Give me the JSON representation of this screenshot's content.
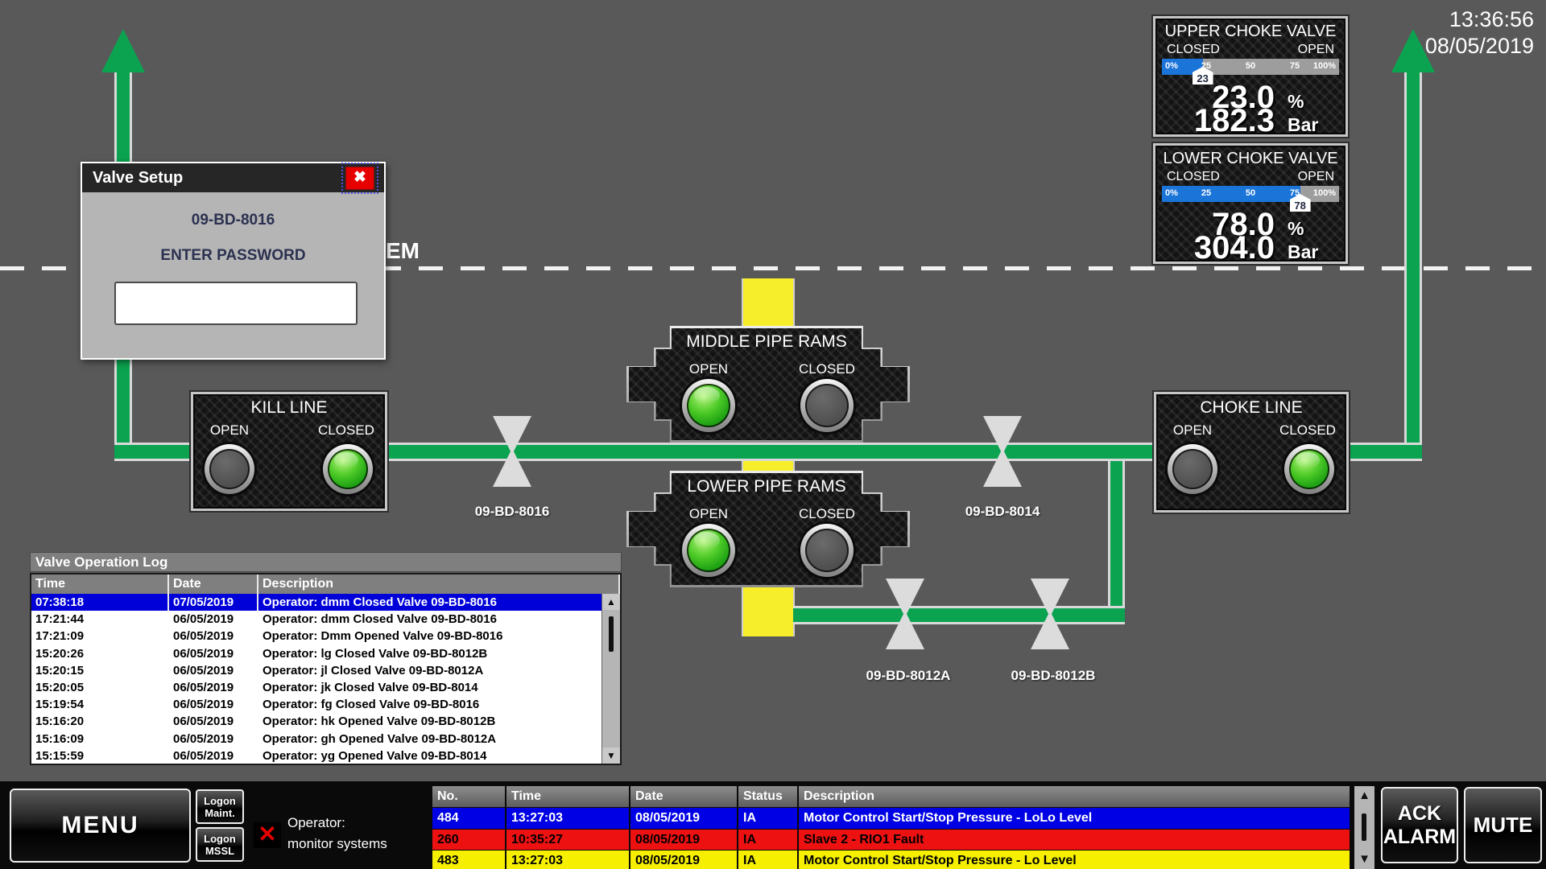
{
  "clock": {
    "time": "13:36:56",
    "date": "08/05/2019"
  },
  "hidden_title_fragment": "EM",
  "dialog": {
    "title": "Valve Setup",
    "valve_id": "09-BD-8016",
    "prompt": "ENTER PASSWORD",
    "password_value": "",
    "close_label": "✖"
  },
  "choke_indicators": [
    {
      "title": "UPPER CHOKE VALVE",
      "left_state": "CLOSED",
      "right_state": "OPEN",
      "scale": [
        "0%",
        "25",
        "50",
        "75",
        "100%"
      ],
      "percent": 23,
      "pointer_label": "23",
      "value_percent": "23.0",
      "unit_percent": "%",
      "value_pressure": "182.3",
      "unit_pressure": "Bar"
    },
    {
      "title": "LOWER CHOKE VALVE",
      "left_state": "CLOSED",
      "right_state": "OPEN",
      "scale": [
        "0%",
        "25",
        "50",
        "75",
        "100%"
      ],
      "percent": 78,
      "pointer_label": "78",
      "value_percent": "78.0",
      "unit_percent": "%",
      "value_pressure": "304.0",
      "unit_pressure": "Bar"
    }
  ],
  "panels": {
    "kill_line": {
      "title": "KILL LINE",
      "open_label": "OPEN",
      "closed_label": "CLOSED"
    },
    "choke_line": {
      "title": "CHOKE LINE",
      "open_label": "OPEN",
      "closed_label": "CLOSED"
    },
    "middle_pipe_rams": {
      "title": "MIDDLE PIPE RAMS",
      "open_label": "OPEN",
      "closed_label": "CLOSED"
    },
    "lower_pipe_rams": {
      "title": "LOWER PIPE RAMS",
      "open_label": "OPEN",
      "closed_label": "CLOSED"
    }
  },
  "valve_labels": {
    "kill_valve": "09-BD-8016",
    "choke_valve": "09-BD-8014",
    "lower_valve_a": "09-BD-8012A",
    "lower_valve_b": "09-BD-8012B"
  },
  "log": {
    "title": "Valve Operation Log",
    "columns": [
      "Time",
      "Date",
      "Description"
    ],
    "rows": [
      {
        "time": "07:38:18",
        "date": "07/05/2019",
        "desc": "Operator: dmm Closed Valve 09-BD-8016"
      },
      {
        "time": "17:21:44",
        "date": "06/05/2019",
        "desc": "Operator: dmm Closed Valve 09-BD-8016"
      },
      {
        "time": "17:21:09",
        "date": "06/05/2019",
        "desc": "Operator: Dmm Opened Valve 09-BD-8016"
      },
      {
        "time": "15:20:26",
        "date": "06/05/2019",
        "desc": "Operator: lg Closed Valve 09-BD-8012B"
      },
      {
        "time": "15:20:15",
        "date": "06/05/2019",
        "desc": "Operator: jl Closed Valve 09-BD-8012A"
      },
      {
        "time": "15:20:05",
        "date": "06/05/2019",
        "desc": "Operator: jk Closed Valve 09-BD-8014"
      },
      {
        "time": "15:19:54",
        "date": "06/05/2019",
        "desc": "Operator: fg Closed Valve 09-BD-8016"
      },
      {
        "time": "15:16:20",
        "date": "06/05/2019",
        "desc": "Operator: hk Opened Valve 09-BD-8012B"
      },
      {
        "time": "15:16:09",
        "date": "06/05/2019",
        "desc": "Operator: gh Opened Valve 09-BD-8012A"
      },
      {
        "time": "15:15:59",
        "date": "06/05/2019",
        "desc": "Operator: yg Opened Valve 09-BD-8014"
      }
    ]
  },
  "alarms": {
    "columns": [
      "No.",
      "Time",
      "Date",
      "Status",
      "Description"
    ],
    "rows": [
      {
        "no": "484",
        "time": "13:27:03",
        "date": "08/05/2019",
        "status": "IA",
        "desc": "Motor Control Start/Stop Pressure - LoLo Level",
        "severity": "blue"
      },
      {
        "no": "260",
        "time": "10:35:27",
        "date": "08/05/2019",
        "status": "IA",
        "desc": "Slave 2 - RIO1 Fault",
        "severity": "red"
      },
      {
        "no": "483",
        "time": "13:27:03",
        "date": "08/05/2019",
        "status": "IA",
        "desc": "Motor Control Start/Stop Pressure - Lo Level",
        "severity": "yellow"
      }
    ]
  },
  "bottom_bar": {
    "menu_label": "MENU",
    "logon_maint": {
      "line1": "Logon",
      "line2": "Maint."
    },
    "logon_mssl": {
      "line1": "Logon",
      "line2": "MSSL"
    },
    "operator_label": "Operator:",
    "operator_name": "monitor systems",
    "ack_button": {
      "line1": "ACK",
      "line2": "ALARM"
    },
    "mute_label": "MUTE"
  },
  "colors": {
    "pipe_green": "#0ba350",
    "pipe_yellow": "#f7ee2b",
    "progress_blue": "#1b74d8",
    "alarm_blue": "#0000e4",
    "alarm_red": "#ee1111",
    "alarm_yellow": "#f6f000",
    "selected_row_blue": "#0000d9",
    "background_gray": "#595959"
  }
}
